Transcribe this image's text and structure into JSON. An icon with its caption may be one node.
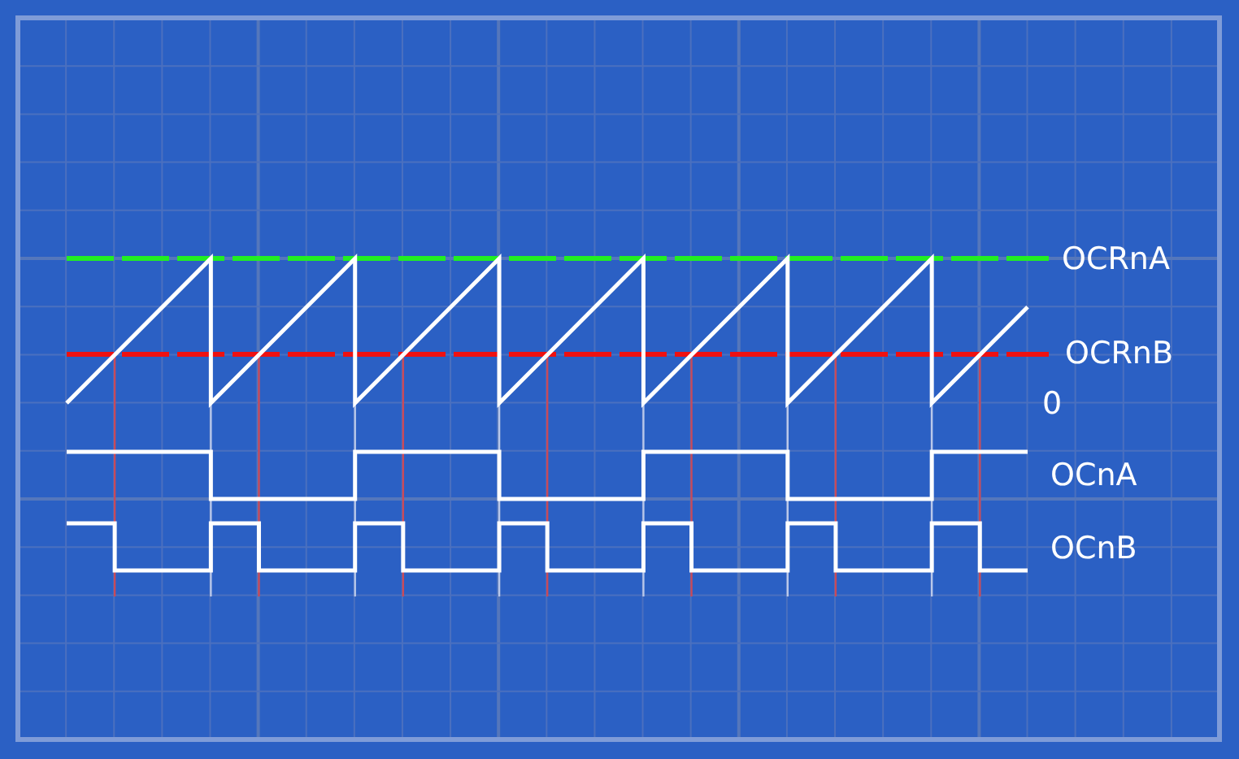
{
  "diagram": {
    "labels": [
      "OCRnA",
      "OCRnB",
      "0",
      "OCnA",
      "OCnB"
    ]
  }
}
